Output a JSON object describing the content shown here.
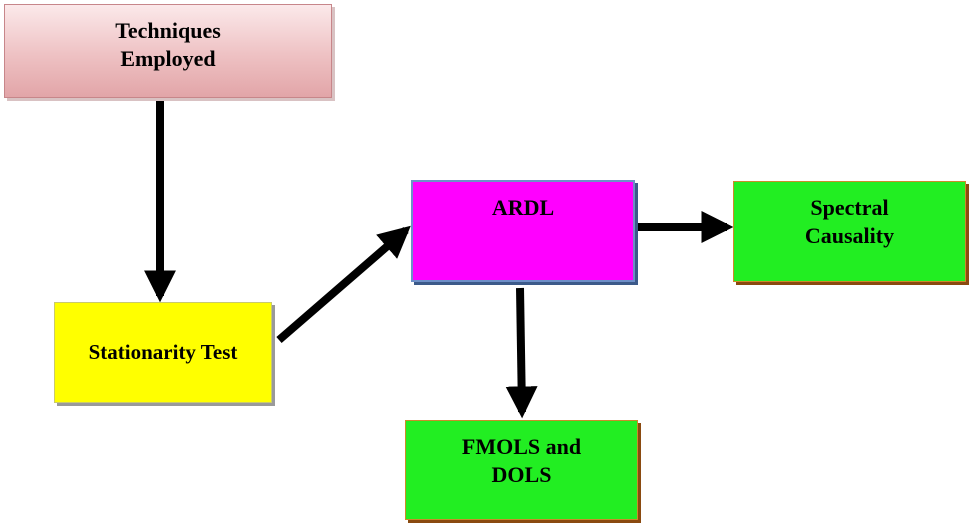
{
  "diagram": {
    "nodes": {
      "techniques": {
        "line1": "Techniques",
        "line2": "Employed",
        "fill": "#eec1c3"
      },
      "stationarity": {
        "line1": "Stationarity Test",
        "fill": "#ffff00"
      },
      "ardl": {
        "line1": "ARDL",
        "fill": "#ff00ff"
      },
      "spectral": {
        "line1": "Spectral",
        "line2": "Causality",
        "fill": "#22ee22"
      },
      "fmols": {
        "line1": "FMOLS and",
        "line2": "DOLS",
        "fill": "#22ee22"
      }
    },
    "edges": [
      {
        "from": "techniques",
        "to": "stationarity"
      },
      {
        "from": "stationarity",
        "to": "ardl"
      },
      {
        "from": "ardl",
        "to": "spectral"
      },
      {
        "from": "ardl",
        "to": "fmols"
      }
    ],
    "arrow_color": "#000000"
  }
}
